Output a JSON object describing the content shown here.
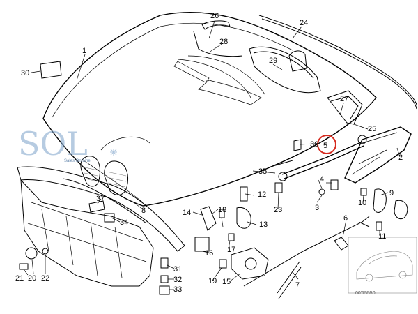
{
  "diagram": {
    "part_numbers": [
      "1",
      "2",
      "3",
      "4",
      "5",
      "6",
      "7",
      "8",
      "9",
      "10",
      "11",
      "12",
      "13",
      "14",
      "15",
      "16",
      "17",
      "18",
      "19",
      "20",
      "21",
      "22",
      "23",
      "24",
      "25",
      "26",
      "27",
      "28",
      "29",
      "30",
      "31",
      "32",
      "33",
      "34",
      "35",
      "36",
      "37"
    ],
    "reference_code": "00'15550"
  },
  "watermark": {
    "logo_text": "SOL",
    "tagline": "Sales On Line"
  },
  "highlight": {
    "part": "5",
    "ring_color": "#d62a1f"
  }
}
